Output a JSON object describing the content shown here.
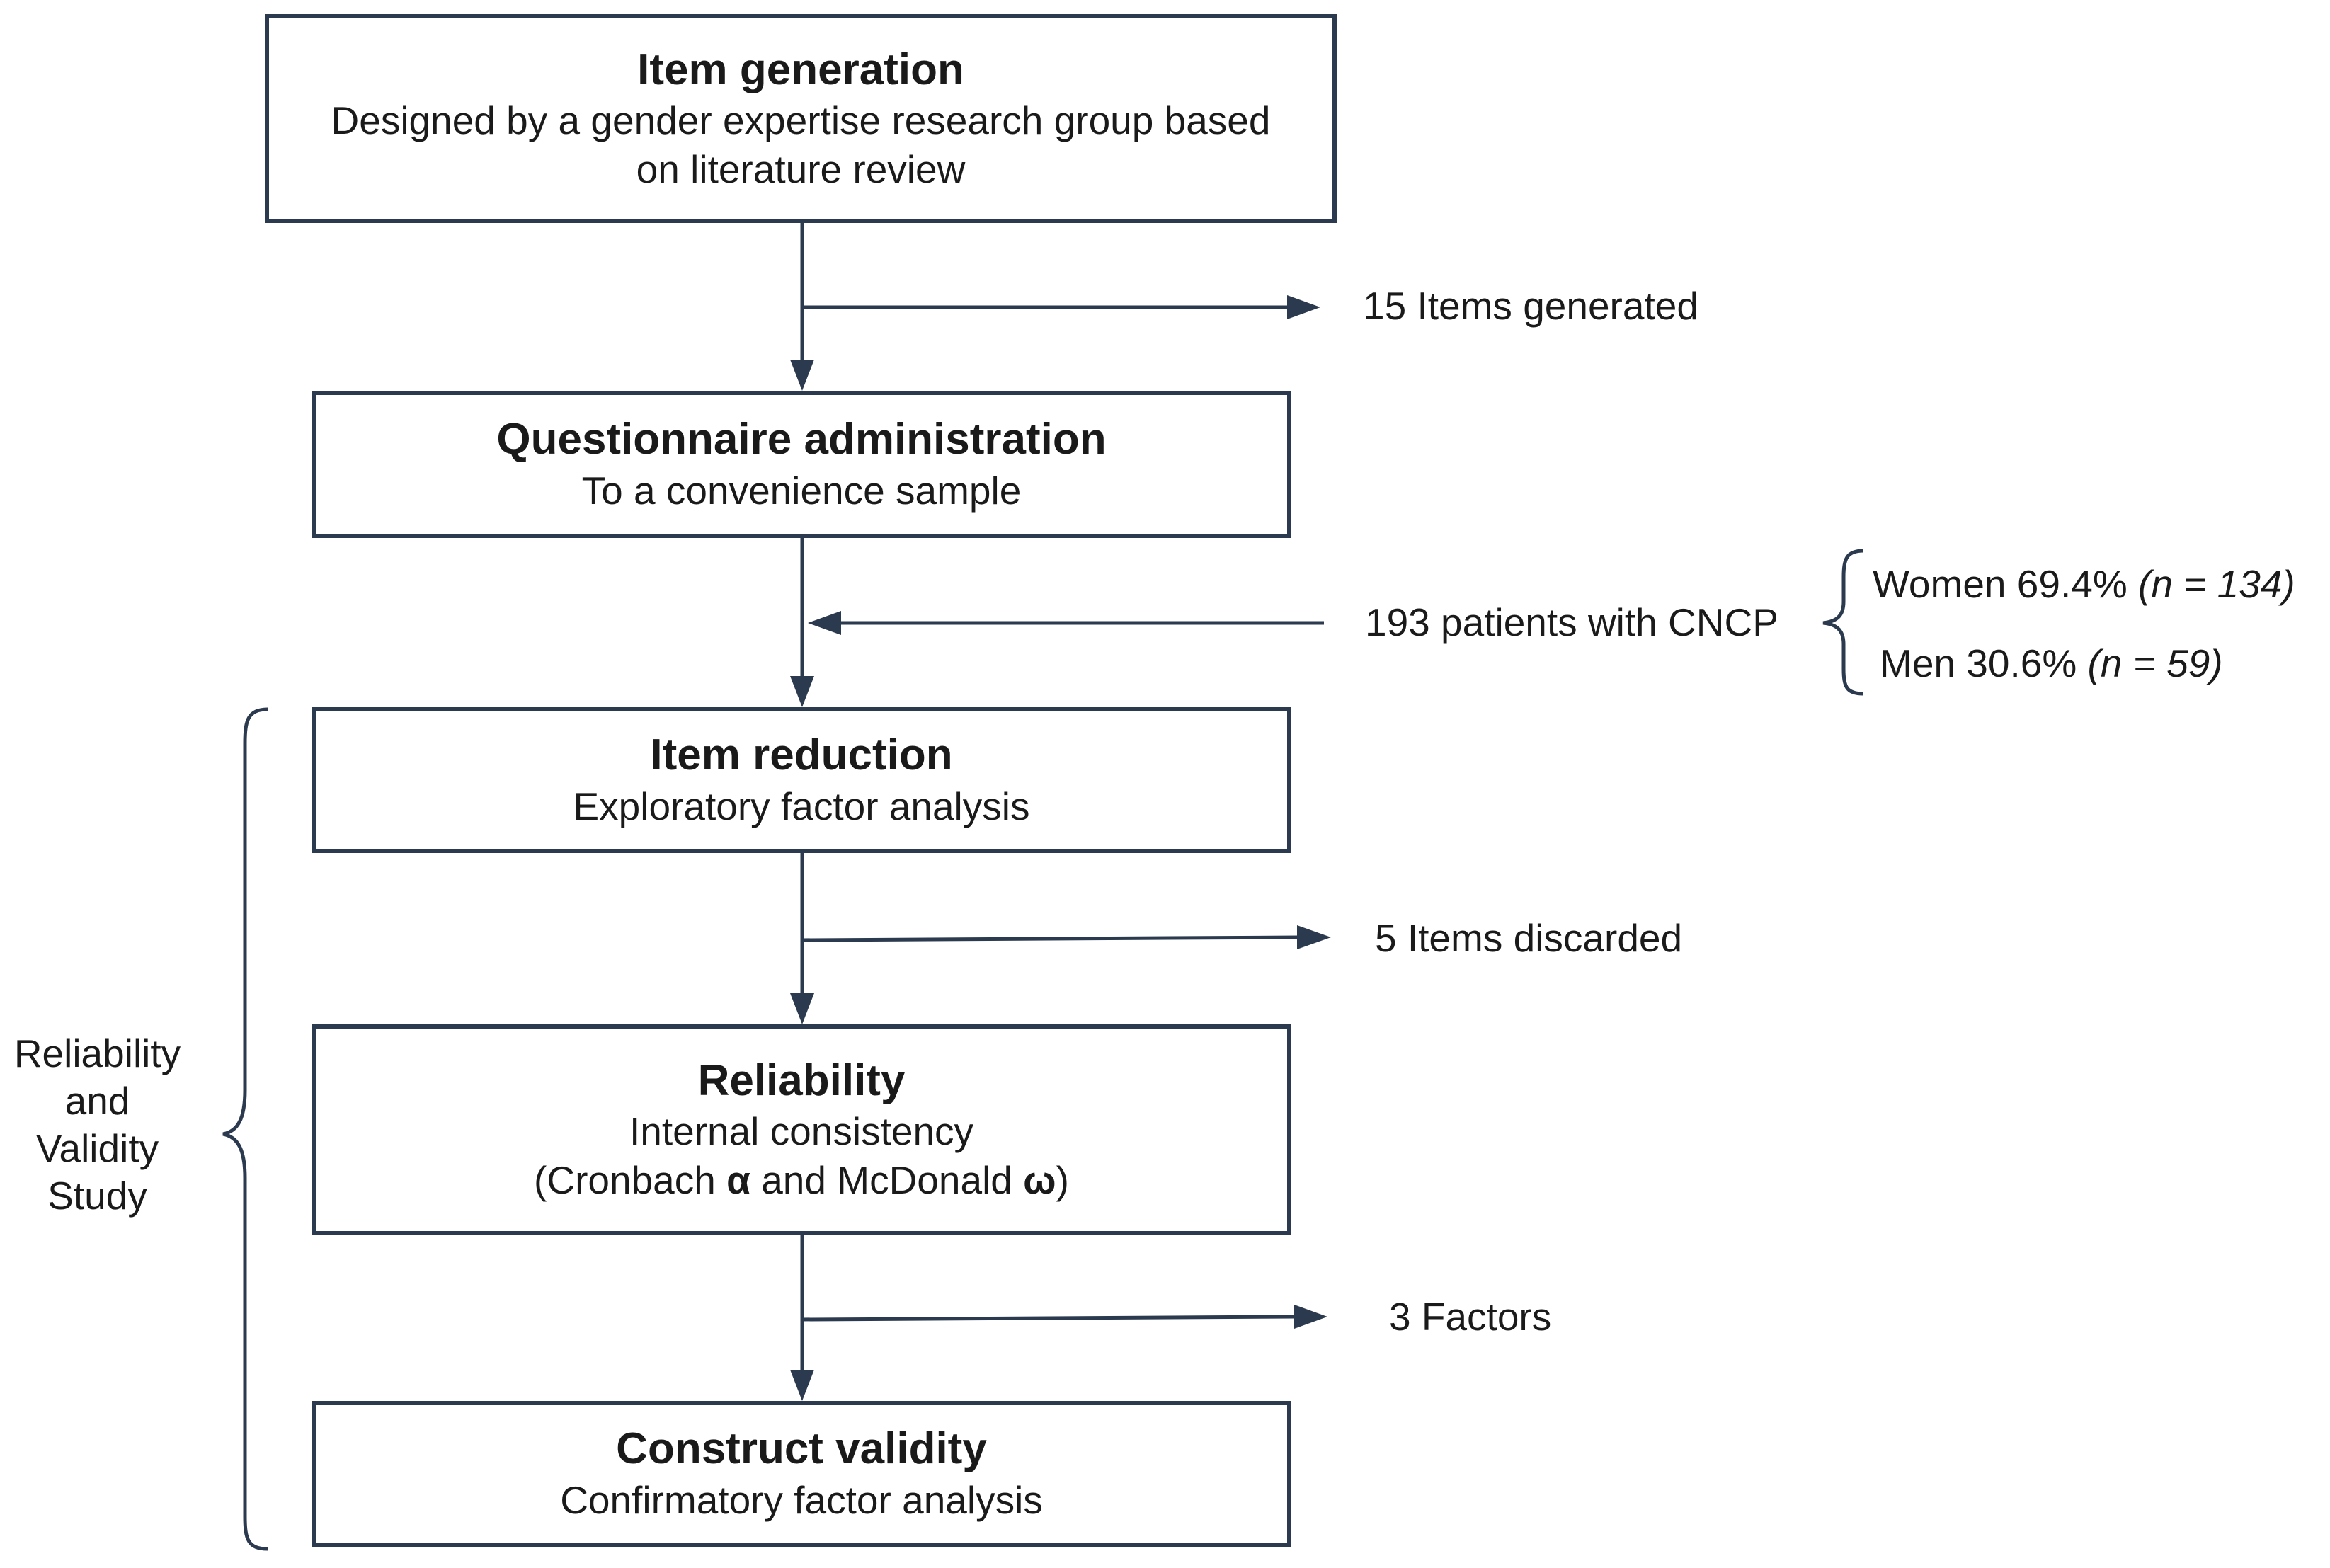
{
  "boxes": {
    "item_generation": {
      "title": "Item generation",
      "line1": "Designed by a gender expertise research group based",
      "line2": "on literature review"
    },
    "questionnaire_administration": {
      "title": "Questionnaire administration",
      "line1": "To a convenience sample"
    },
    "item_reduction": {
      "title": "Item reduction",
      "line1": "Exploratory factor analysis"
    },
    "reliability": {
      "title": "Reliability",
      "line1": "Internal consistency",
      "line2_prefix": "(Cronbach ",
      "alpha": "α",
      "line2_mid": " and McDonald ",
      "omega": "ω",
      "line2_suffix": ")"
    },
    "construct_validity": {
      "title": "Construct validity",
      "line1": "Confirmatory factor analysis"
    }
  },
  "side_notes": {
    "items_generated": "15 Items generated",
    "patients": "193 patients with CNCP",
    "women": "Women 69.4% ",
    "women_n": "(n = 134)",
    "men": "Men 30.6% ",
    "men_n": "(n = 59)",
    "items_discarded": "5 Items discarded",
    "factors": "3 Factors"
  },
  "study_label": [
    "Reliability",
    "and",
    "Validity",
    "Study"
  ],
  "colors": {
    "border": "#2b3a4e",
    "arrow": "#2b3a4e",
    "text": "#1a1a1a"
  }
}
